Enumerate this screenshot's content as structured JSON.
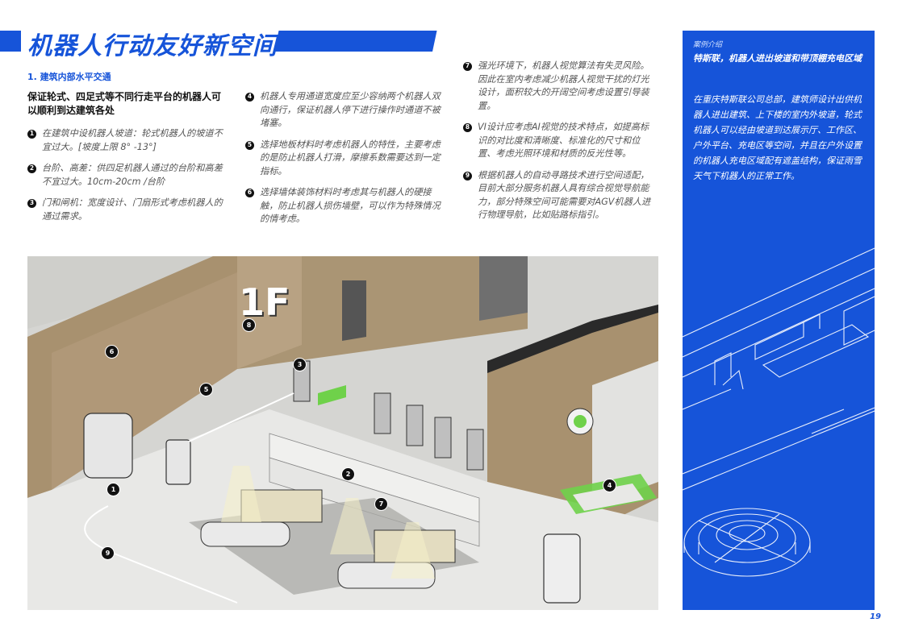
{
  "page": {
    "title": "机器人行动友好新空间",
    "section_heading": "1. 建筑内部水平交通",
    "lead": "保证轮式、四足式等不同行走平台的机器人可以顺利到达建筑各处",
    "page_number": "19"
  },
  "items": [
    {
      "num": "1",
      "text": "在建筑中设机器人坡道：轮式机器人的坡道不宜过大。[坡度上限 8° -13°]"
    },
    {
      "num": "2",
      "text": "台阶、高差：供四足机器人通过的台阶和高差不宜过大。10cm-20cm /台阶"
    },
    {
      "num": "3",
      "text": "门和闸机：宽度设计、门扇形式考虑机器人的通过需求。"
    },
    {
      "num": "4",
      "text": "机器人专用通道宽度应至少容纳两个机器人双向通行，保证机器人停下进行操作时通道不被堵塞。"
    },
    {
      "num": "5",
      "text": "选择地板材料时考虑机器人的特性，主要考虑的是防止机器人打滑，摩擦系数需要达到一定指标。"
    },
    {
      "num": "6",
      "text": "选择墙体装饰材料时考虑其与机器人的硬接触，防止机器人损伤墙壁，可以作为特殊情况的情考虑。"
    },
    {
      "num": "7",
      "text": "强光环境下，机器人视觉算法有失灵风险。因此在室内考虑减少机器人视觉干扰的灯光设计，面积较大的开阔空间考虑设置引导装置。"
    },
    {
      "num": "8",
      "text": "VI设计应考虑AI视觉的技术特点，如提高标识的对比度和清晰度、标准化的尺寸和位置、考虑光照环境和材质的反光性等。"
    },
    {
      "num": "9",
      "text": "根据机器人的自动寻路技术进行空间适配，目前大部分服务机器人具有综合视觉导航能力，部分特殊空间可能需要对AGV机器人进行物理导航，比如贴路标指引。"
    }
  ],
  "sidebar": {
    "kicker": "案例介绍",
    "heading": "特斯联，机器人进出坡道和带顶棚充电区域",
    "body": "在重庆特斯联公司总部，建筑师设计出供机器人进出建筑、上下楼的室内外坡道，轮式机器人可以经由坡道到达展示厅、工作区、户外平台、充电区等空间，并且在户外设置的机器人充电区域配有遮盖结构，保证雨雪天气下机器人的正常工作。"
  },
  "illustration": {
    "floor_sign": "1F",
    "markers": [
      "1",
      "2",
      "3",
      "4",
      "5",
      "6",
      "7",
      "8",
      "9"
    ]
  },
  "colors": {
    "accent": "#1654d9",
    "wall": "#a8916f",
    "floor_green": "#6fd14a"
  }
}
